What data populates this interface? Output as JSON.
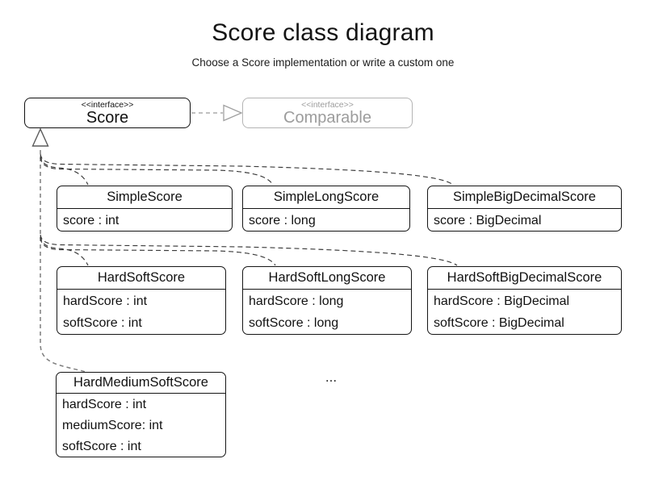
{
  "title": "Score class diagram",
  "subtitle": "Choose a Score implementation or write a custom one",
  "interfaces": {
    "score": {
      "stereotype": "<<interface>>",
      "name": "Score"
    },
    "comparable": {
      "stereotype": "<<interface>>",
      "name": "Comparable"
    }
  },
  "classes": [
    {
      "name": "SimpleScore",
      "attributes": [
        "score : int"
      ]
    },
    {
      "name": "SimpleLongScore",
      "attributes": [
        "score : long"
      ]
    },
    {
      "name": "SimpleBigDecimalScore",
      "attributes": [
        "score : BigDecimal"
      ]
    },
    {
      "name": "HardSoftScore",
      "attributes": [
        "hardScore : int",
        "softScore : int"
      ]
    },
    {
      "name": "HardSoftLongScore",
      "attributes": [
        "hardScore : long",
        "softScore : long"
      ]
    },
    {
      "name": "HardSoftBigDecimalScore",
      "attributes": [
        "hardScore : BigDecimal",
        "softScore : BigDecimal"
      ]
    },
    {
      "name": "HardMediumSoftScore",
      "attributes": [
        "hardScore : int",
        "mediumScore: int",
        "softScore : int"
      ]
    }
  ],
  "ellipsis": "...",
  "edges": [
    {
      "from": "Score",
      "to": "Comparable",
      "type": "extends",
      "style": "dashed-hollow-triangle"
    },
    {
      "from": "SimpleScore",
      "to": "Score",
      "type": "implements",
      "style": "dashed-hollow-triangle"
    },
    {
      "from": "SimpleLongScore",
      "to": "Score",
      "type": "implements",
      "style": "dashed-hollow-triangle"
    },
    {
      "from": "SimpleBigDecimalScore",
      "to": "Score",
      "type": "implements",
      "style": "dashed-hollow-triangle"
    },
    {
      "from": "HardSoftScore",
      "to": "Score",
      "type": "implements",
      "style": "dashed-hollow-triangle"
    },
    {
      "from": "HardSoftLongScore",
      "to": "Score",
      "type": "implements",
      "style": "dashed-hollow-triangle"
    },
    {
      "from": "HardSoftBigDecimalScore",
      "to": "Score",
      "type": "implements",
      "style": "dashed-hollow-triangle"
    },
    {
      "from": "HardMediumSoftScore",
      "to": "Score",
      "type": "implements",
      "style": "dashed-hollow-triangle"
    }
  ],
  "colors": {
    "text": "#111111",
    "muted": "#9c9c9c",
    "border": "#151515",
    "muted_border": "#b4b4b4",
    "edge": "#3a3a3a",
    "trunk": "#7d7d7d",
    "muted_edge": "#ababab",
    "bg": "#ffffff"
  }
}
